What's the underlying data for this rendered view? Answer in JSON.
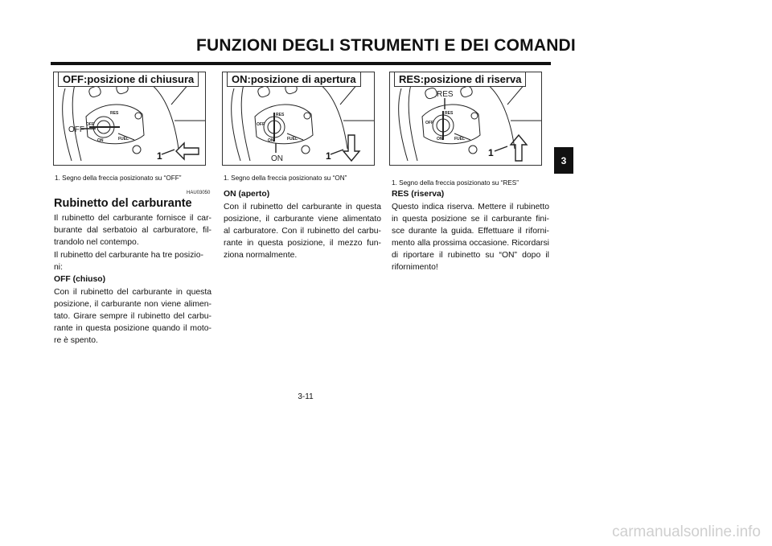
{
  "page": {
    "title": "FUNZIONI DEGLI STRUMENTI E DEI COMANDI",
    "chapter_tab": "3",
    "page_number": "3-11",
    "watermark": "carmanualsonline.info"
  },
  "figures": [
    {
      "label": "OFF:posizione di chiusura",
      "callout_text": "OFF",
      "callout_number": "1",
      "caption": "1.   Segno della freccia posizionato su “OFF”",
      "valve_marks": [
        "RES",
        "OFF",
        "ON",
        "FUEL"
      ]
    },
    {
      "label": "ON:posizione di apertura",
      "callout_text": "ON",
      "callout_number": "1",
      "caption": "1.   Segno della freccia posizionato su “ON”",
      "valve_marks": [
        "RES",
        "OFF",
        "ON",
        "FUEL"
      ]
    },
    {
      "label": "RES:posizione di riserva",
      "callout_text": "RES",
      "callout_number": "1",
      "caption": "1.   Segno della freccia posizionato su “RES”",
      "valve_marks": [
        "RES",
        "OFF",
        "ON",
        "FUEL"
      ]
    }
  ],
  "section": {
    "code": "HAU03050",
    "heading": "Rubinetto del carburante",
    "intro_1": "Il rubinetto del carburante fornisce il car-burante dal serbatoio al carburatore, fil-trandolo nel contempo.",
    "intro_2": "Il rubinetto del carburante ha tre posizio-ni:",
    "off_title": "OFF (chiuso)",
    "off_text": "Con il rubinetto del carburante in questa posizione, il carburante non viene alimen-tato. Girare sempre il rubinetto del carbu-rante in questa posizione quando il moto-re è spento.",
    "on_title": "ON (aperto)",
    "on_text": "Con il rubinetto del carburante in questa posizione, il carburante viene alimentato al carburatore. Con il rubinetto del carbu-rante in questa posizione, il mezzo fun-ziona normalmente.",
    "res_title": "RES (riserva)",
    "res_text": "Questo indica riserva. Mettere il rubinetto in questa posizione se il carburante fini-sce durante la guida. Effettuare il riforni-mento alla prossima occasione. Ricordarsi di riportare il rubinetto su “ON” dopo il rifornimento!"
  }
}
